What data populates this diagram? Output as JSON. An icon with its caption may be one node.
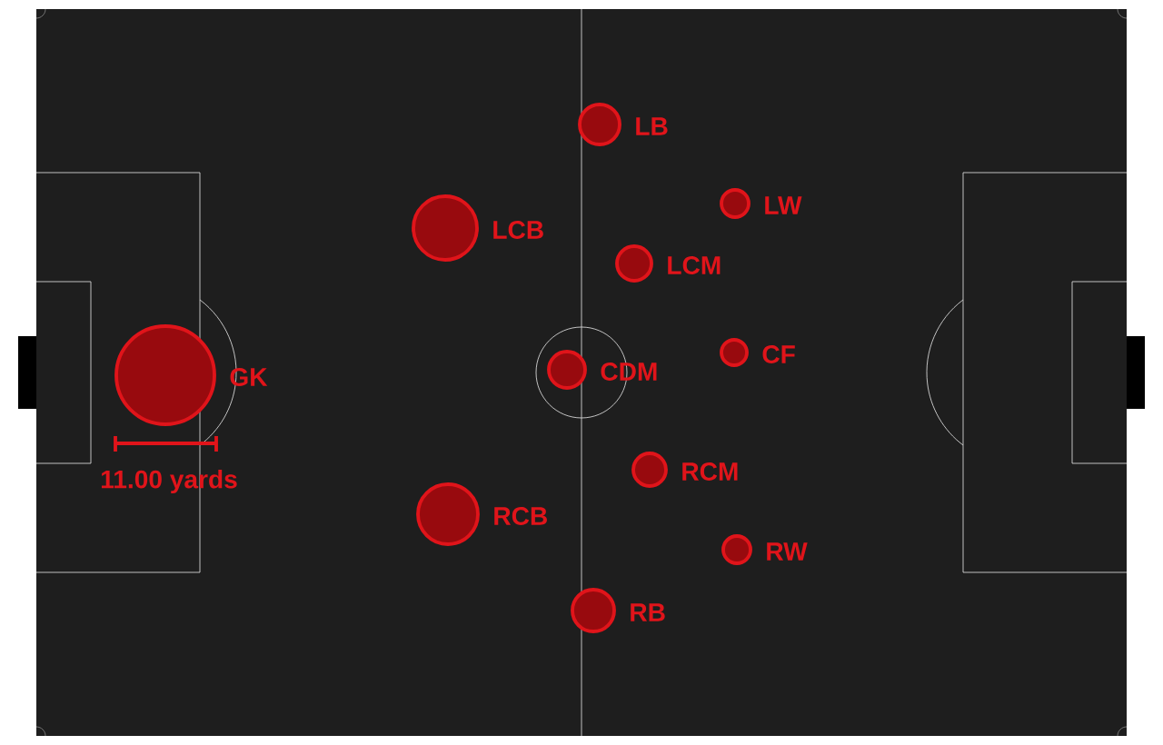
{
  "diagram": {
    "nodes": [
      {
        "text": [],
        "shape": "circle",
        "beside": [
          "LB"
        ]
      },
      {
        "text": [],
        "shape": "circle",
        "beside": [
          "LW"
        ]
      },
      {
        "text": [],
        "shape": "circle",
        "beside": [
          "LCB"
        ]
      },
      {
        "text": [],
        "shape": "circle",
        "beside": [
          "LCM"
        ]
      },
      {
        "text": [],
        "shape": "circle",
        "beside": [
          "CF"
        ]
      },
      {
        "text": [],
        "shape": "circle",
        "beside": [
          "CDM"
        ]
      },
      {
        "text": [],
        "shape": "circle",
        "beside": [
          "GK"
        ]
      },
      {
        "text": [],
        "shape": "circle",
        "beside": [
          "RCM"
        ]
      },
      {
        "text": [],
        "shape": "circle",
        "beside": [
          "RCB"
        ]
      },
      {
        "text": [],
        "shape": "circle",
        "beside": [
          "RW"
        ]
      },
      {
        "text": [],
        "shape": "circle",
        "beside": [
          "RB"
        ]
      }
    ],
    "labels": [
      "11.00 yards"
    ]
  }
}
